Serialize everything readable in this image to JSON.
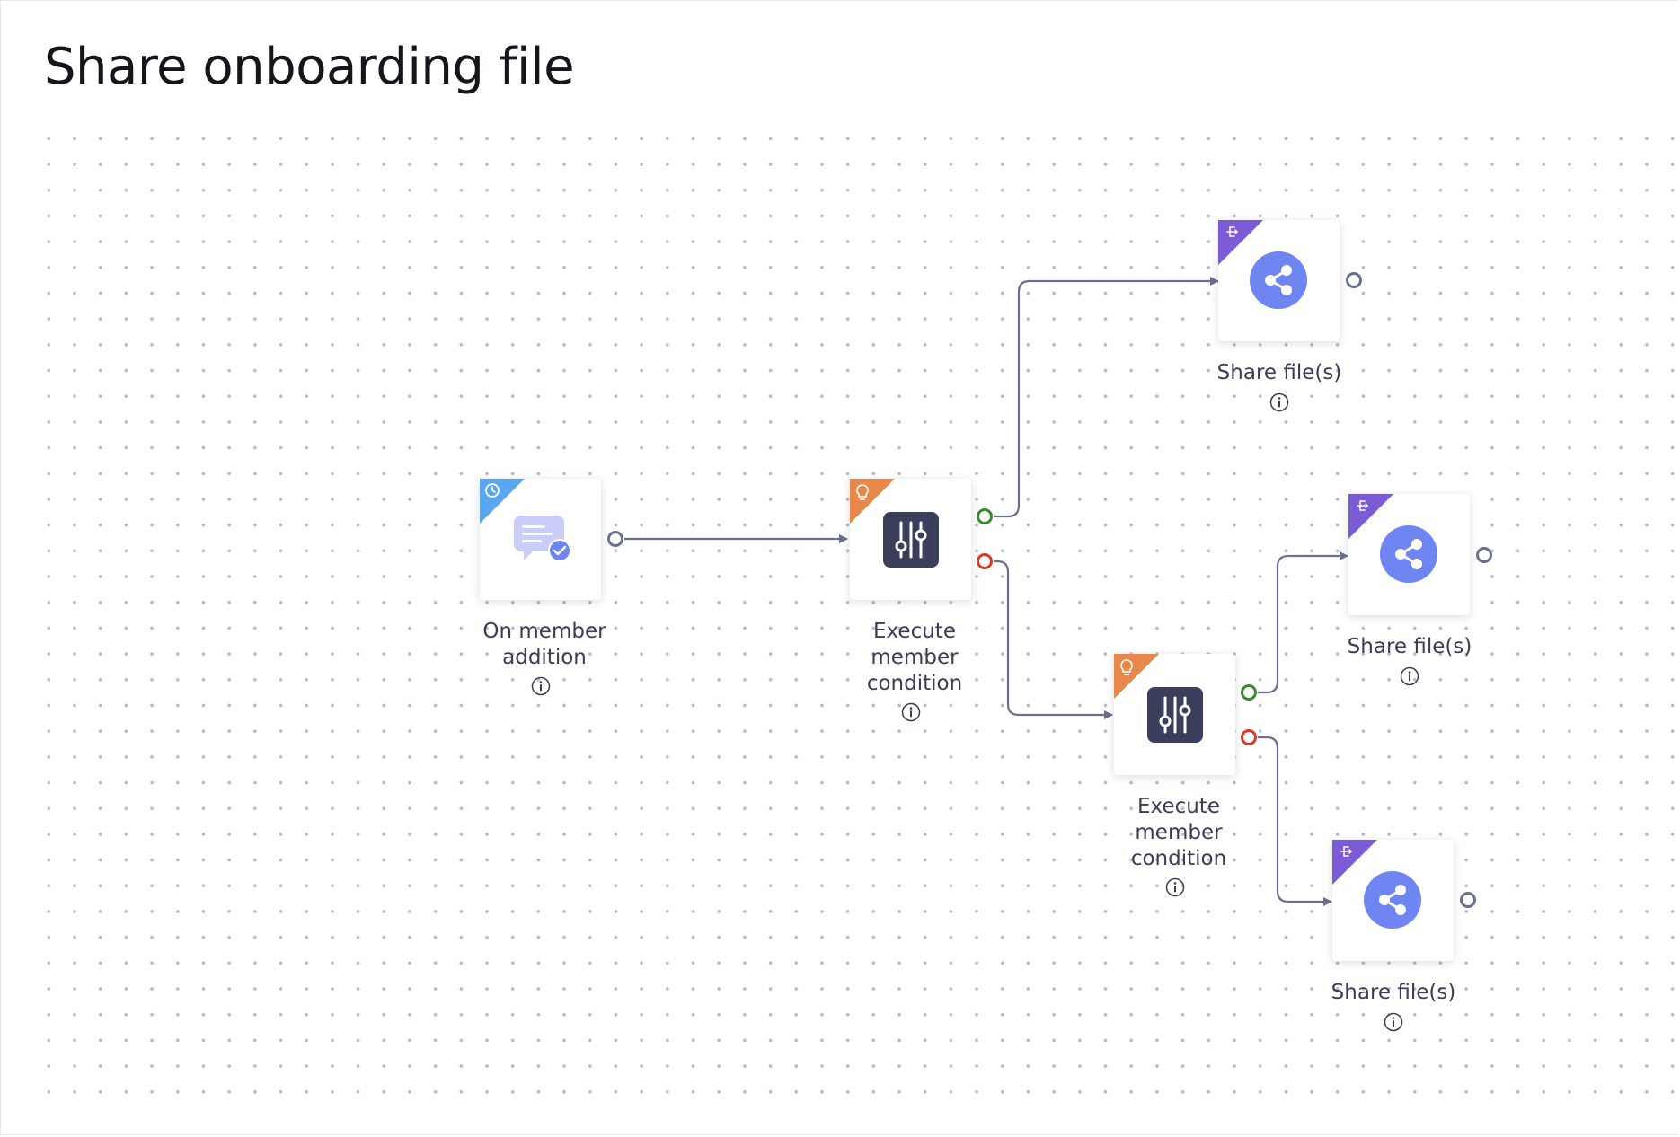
{
  "page": {
    "title": "Share onboarding file"
  },
  "colors": {
    "trigger_accent": "#5aa7ee",
    "condition_accent": "#e8884a",
    "action_accent": "#7c5bd6",
    "share_icon_bg": "#6f86f2",
    "condition_icon_bg": "#3b3f5c",
    "edge": "#6b6f8e",
    "port_true": "#3a8a2e",
    "port_false": "#d93a2c",
    "port_neutral": "#6b6f8e"
  },
  "nodes": {
    "trigger": {
      "label": "On member addition",
      "corner_icon": "clock-icon",
      "main_icon": "chat-check-icon"
    },
    "condition_1": {
      "label": "Execute member condition",
      "corner_icon": "lightbulb-icon",
      "main_icon": "sliders-icon"
    },
    "condition_2": {
      "label": "Execute member condition",
      "corner_icon": "lightbulb-icon",
      "main_icon": "sliders-icon"
    },
    "share_1": {
      "label": "Share file(s)",
      "corner_icon": "flow-icon",
      "main_icon": "share-icon"
    },
    "share_2": {
      "label": "Share file(s)",
      "corner_icon": "flow-icon",
      "main_icon": "share-icon"
    },
    "share_3": {
      "label": "Share file(s)",
      "corner_icon": "flow-icon",
      "main_icon": "share-icon"
    }
  },
  "info_icon": "info-icon"
}
